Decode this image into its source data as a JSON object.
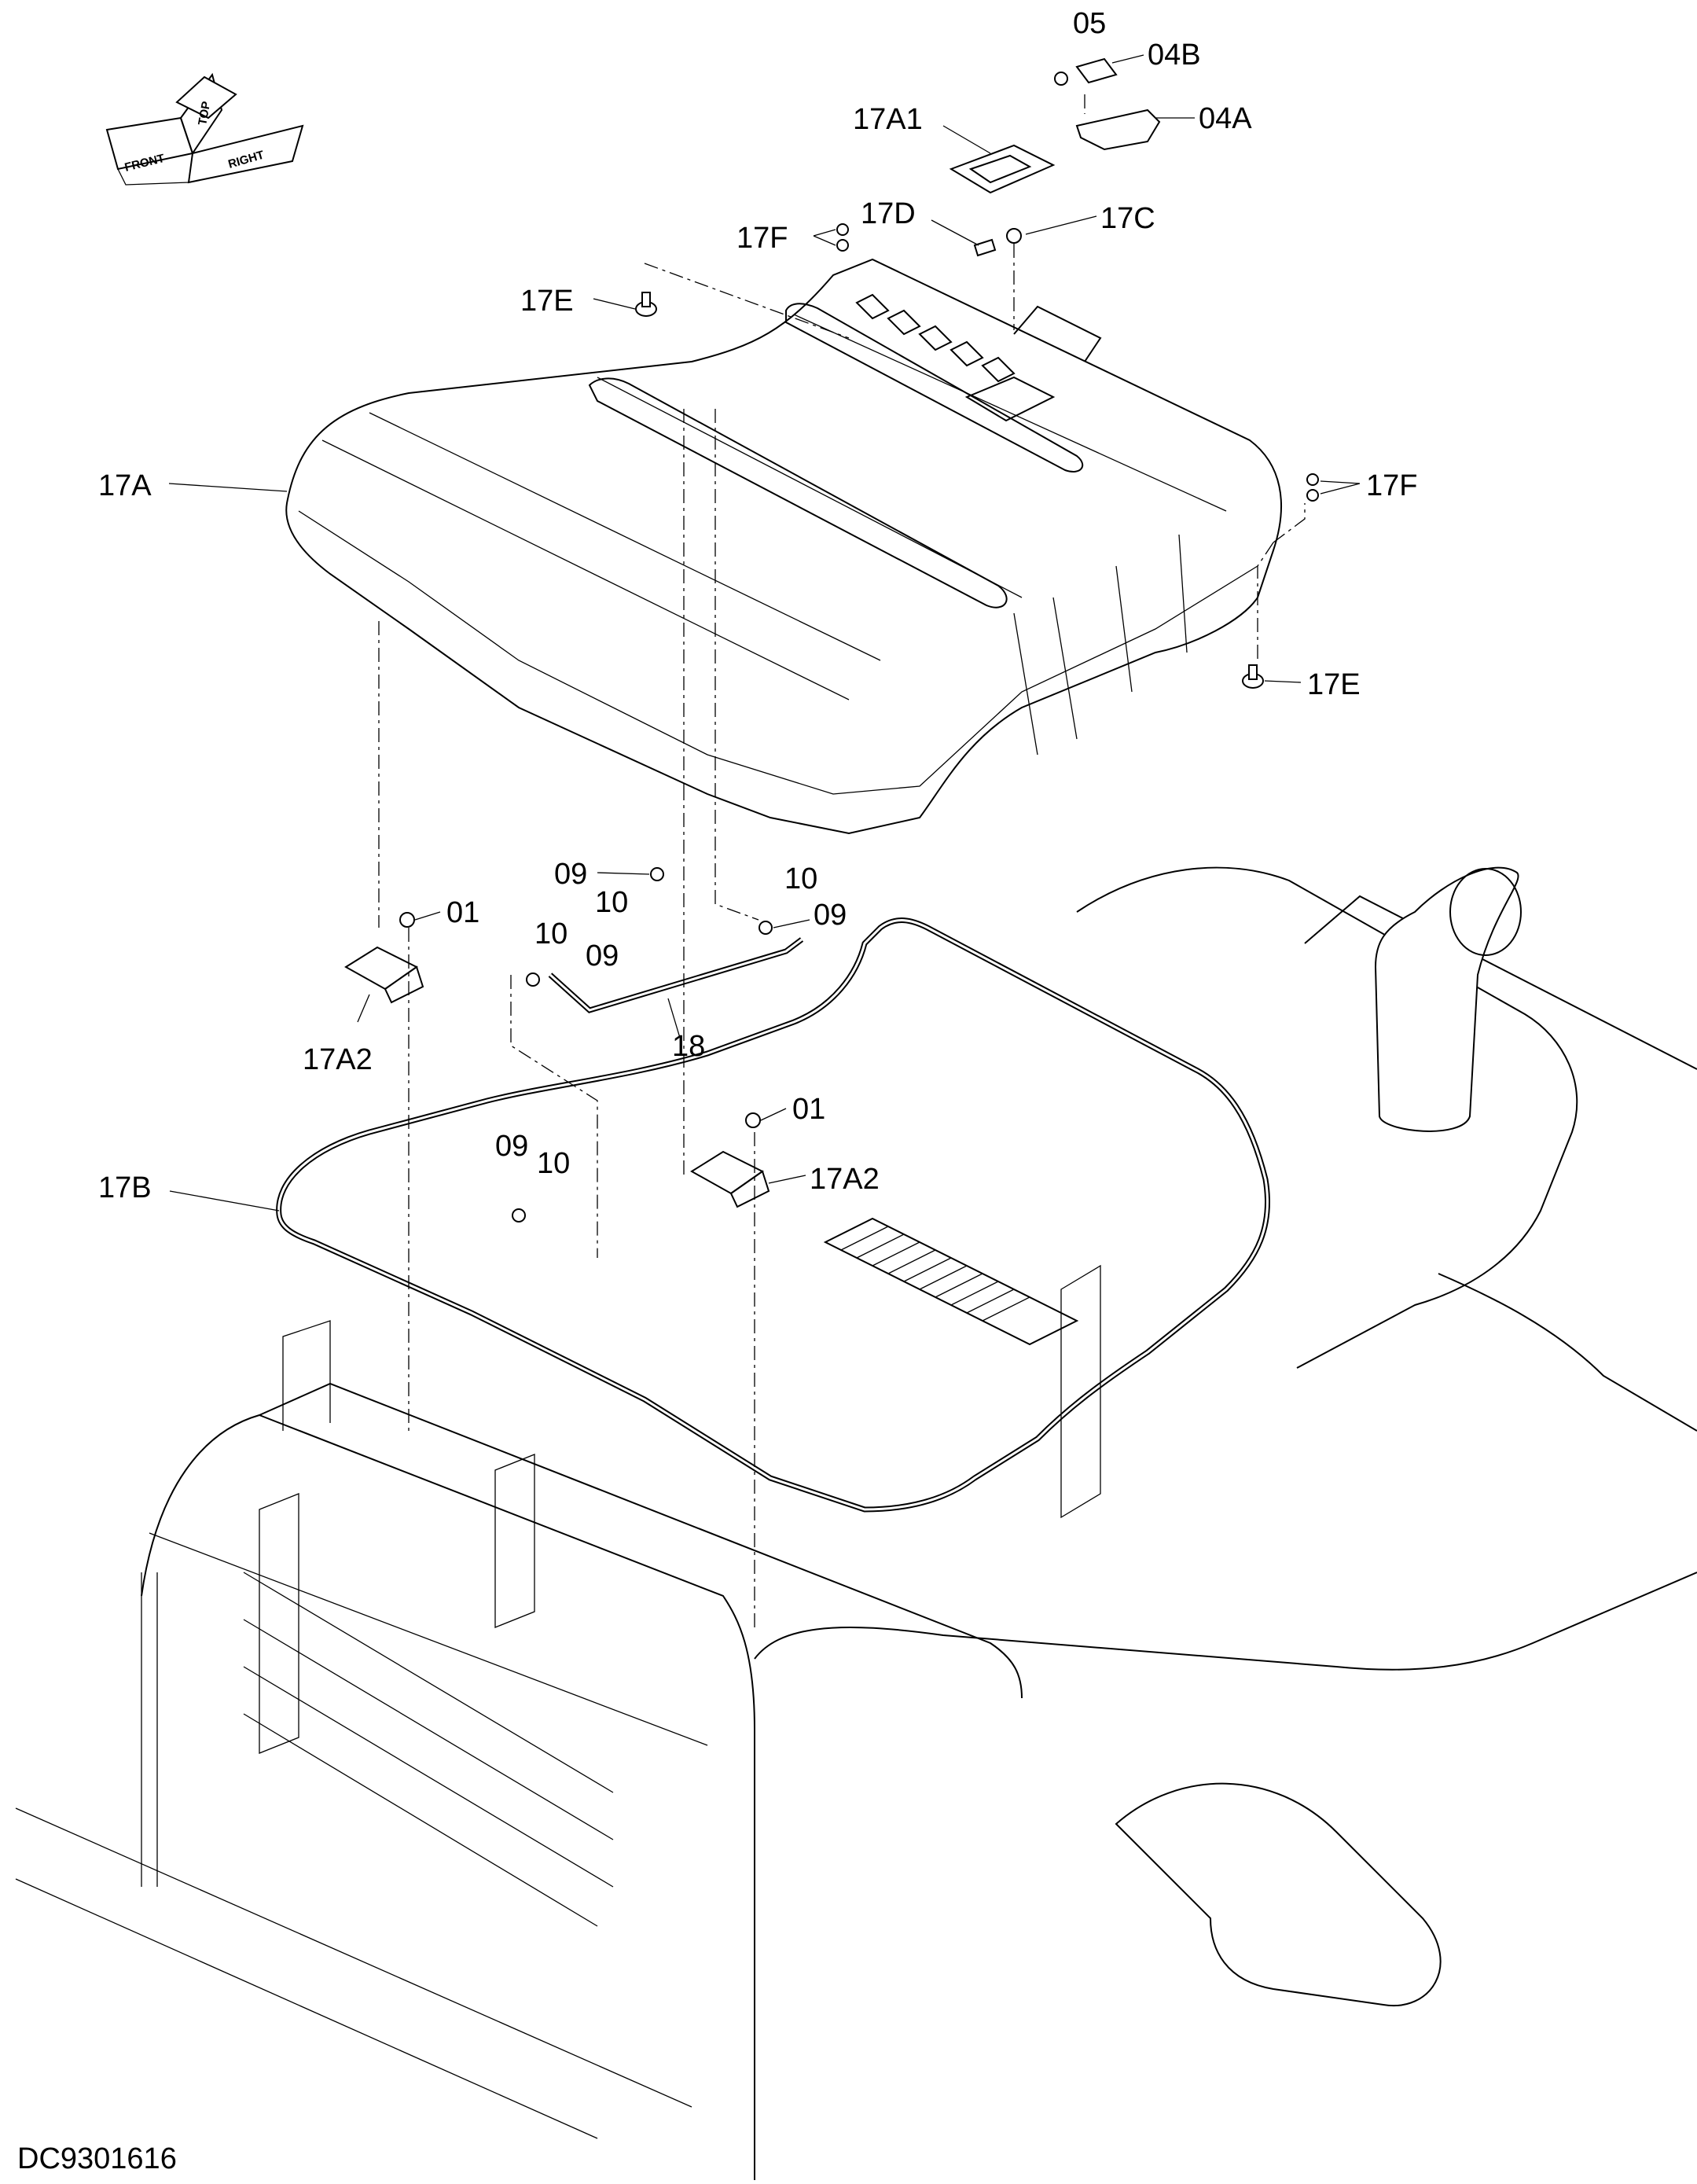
{
  "drawing_id": "DC9301616",
  "orientation_marker": {
    "front": "FRONT",
    "top": "TOP",
    "right": "RIGHT"
  },
  "callouts": [
    {
      "id": "05",
      "text": "05"
    },
    {
      "id": "04b",
      "text": "04B"
    },
    {
      "id": "04a",
      "text": "04A"
    },
    {
      "id": "17a1",
      "text": "17A1"
    },
    {
      "id": "17d",
      "text": "17D"
    },
    {
      "id": "17c",
      "text": "17C"
    },
    {
      "id": "17f-top",
      "text": "17F"
    },
    {
      "id": "17e-top",
      "text": "17E"
    },
    {
      "id": "17a",
      "text": "17A"
    },
    {
      "id": "17f-right",
      "text": "17F"
    },
    {
      "id": "17e-right",
      "text": "17E"
    },
    {
      "id": "09-top",
      "text": "09"
    },
    {
      "id": "10-top",
      "text": "10"
    },
    {
      "id": "10-right",
      "text": "10"
    },
    {
      "id": "09-right",
      "text": "09"
    },
    {
      "id": "01-left",
      "text": "01"
    },
    {
      "id": "10-mid",
      "text": "10"
    },
    {
      "id": "09-mid",
      "text": "09"
    },
    {
      "id": "17a2-left",
      "text": "17A2"
    },
    {
      "id": "18",
      "text": "18"
    },
    {
      "id": "01-mid",
      "text": "01"
    },
    {
      "id": "09-low",
      "text": "09"
    },
    {
      "id": "10-low",
      "text": "10"
    },
    {
      "id": "17b",
      "text": "17B"
    },
    {
      "id": "17a2-mid",
      "text": "17A2"
    }
  ]
}
